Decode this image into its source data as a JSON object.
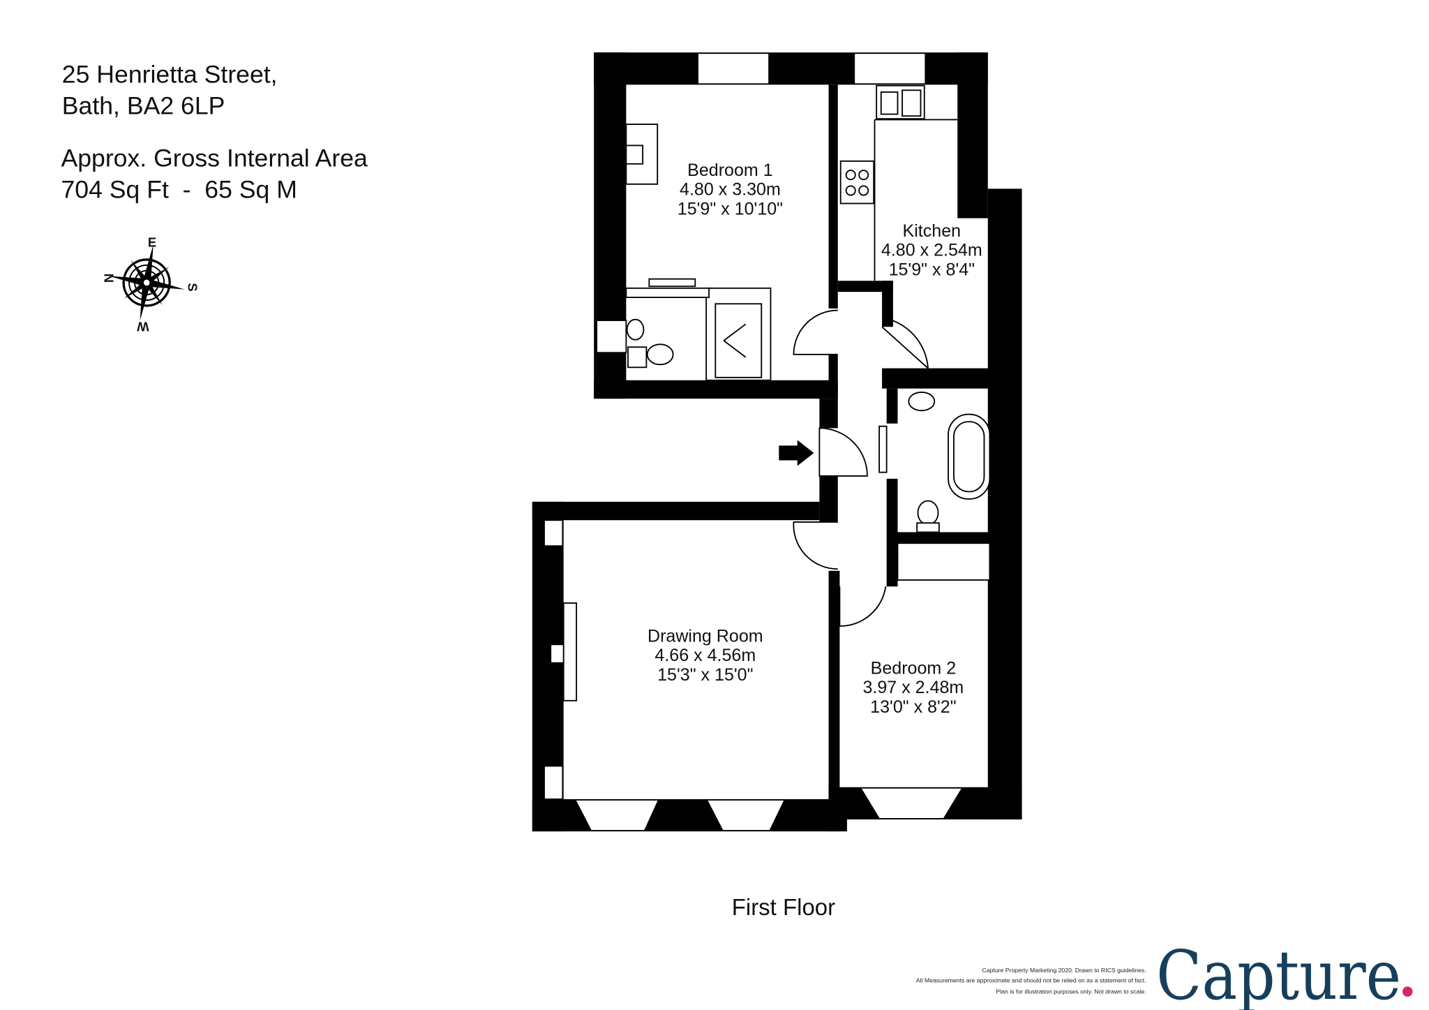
{
  "header": {
    "address_line1": "25 Henrietta Street,",
    "address_line2": "Bath, BA2 6LP",
    "area_label": "Approx. Gross Internal Area",
    "area_value": "704 Sq Ft  -  65 Sq M"
  },
  "compass": {
    "n": "N",
    "e": "E",
    "s": "S",
    "w": "W"
  },
  "rooms": [
    {
      "name": "Bedroom 1",
      "metric": "4.80 x 3.30m",
      "imperial": "15'9\" x 10'10\""
    },
    {
      "name": "Kitchen",
      "metric": "4.80 x 2.54m",
      "imperial": "15'9\" x 8'4\""
    },
    {
      "name": "Drawing Room",
      "metric": "4.66 x 4.56m",
      "imperial": "15'3\" x 15'0\""
    },
    {
      "name": "Bedroom 2",
      "metric": "3.97 x 2.48m",
      "imperial": "13'0\" x 8'2\""
    }
  ],
  "floor_label": "First Floor",
  "footer": {
    "line1": "Capture Property Marketing 2020. Drawn to RICS guidelines.",
    "line2": "All Measurements are approximate and should not be relied on as a statement of fact.",
    "line3": "Plan is for illustration purposes only. Not drawn to scale.",
    "logo_text": "Capture",
    "logo_dot": ".",
    "logo_color": "#163f5c",
    "dot_color": "#d8246c"
  }
}
